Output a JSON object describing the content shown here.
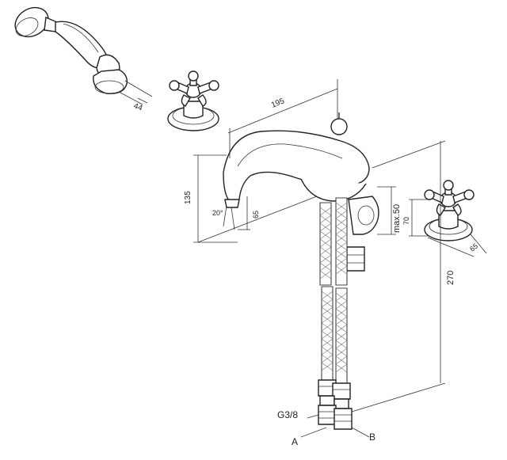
{
  "labels": {
    "dim_44": "44",
    "dim_195": "195",
    "dim_135": "135",
    "dim_20deg": "20°",
    "dim_65_spout": "65",
    "dim_max50": "max.50",
    "dim_70": "70",
    "dim_65_handle": "65",
    "dim_270": "270",
    "thread": "G3/8",
    "conn_a": "A",
    "conn_b": "B"
  }
}
